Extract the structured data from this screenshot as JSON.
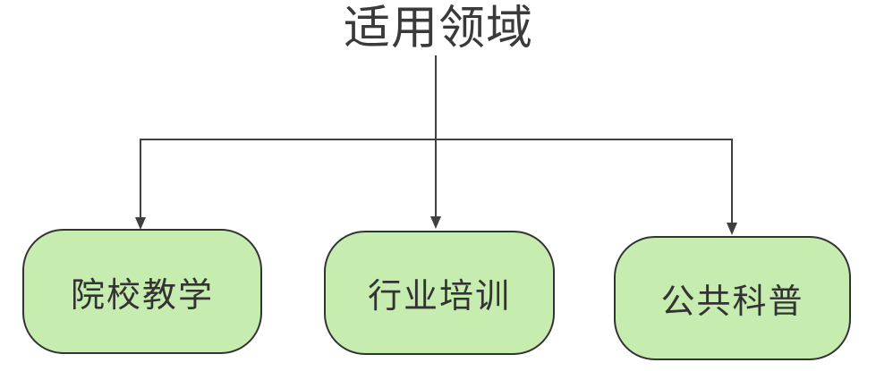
{
  "diagram": {
    "title": "适用领域",
    "nodes": [
      {
        "label": "院校教学"
      },
      {
        "label": "行业培训"
      },
      {
        "label": "公共科普"
      }
    ],
    "colors": {
      "node_fill": "#c6ecb0",
      "node_border": "#333333",
      "connector_line": "#404040",
      "text": "#3a3a3a"
    }
  }
}
